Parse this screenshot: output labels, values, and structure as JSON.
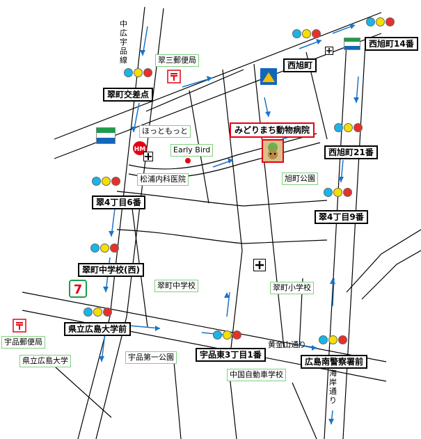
{
  "map": {
    "hospital": "みどりまち動物病院",
    "intersections": {
      "nishiasahi14": "西旭町14番",
      "nishiasahi": "西旭町",
      "midorimachi_kousaten": "翠町交差点",
      "nishiasahi21": "西旭町21番",
      "midori4_6": "翠4丁目6番",
      "midori4_9": "翠4丁目9番",
      "midorimachi_chu_nishi": "翠町中学校(西)",
      "kenritsu_dai_mae": "県立広島大学前",
      "ujinahigashi3_1": "宇品東3丁目1番",
      "hiroshima_minami_keisatsu": "広島南警察署前"
    },
    "places": {
      "midori3_post": "翠三郵便局",
      "hottomotto": "ほっともっと",
      "early_bird": "Early Bird",
      "matsuura_clinic": "松浦内科医院",
      "asahimachi_park": "旭町公園",
      "midorimachi_jhs": "翠町中学校",
      "midorimachi_es": "翠町小学校",
      "ujina_post": "宇品郵便局",
      "kenritsu_univ": "県立広島大学",
      "ujina_park1": "宇品第一公園",
      "chugoku_driving": "中国自動車学校"
    },
    "roads": {
      "ogonzan": "黄金山通り",
      "naka_ujina": "中広宇品線",
      "kaigan": "海岸通り"
    },
    "logos": {
      "family_mart": "FamilyMart",
      "seven_eleven": "7",
      "hm": "HM",
      "bank": "広島銀行"
    },
    "colors": {
      "road": "#000000",
      "arrow": "#1a73c8",
      "marker": "#e60012",
      "label_border": "#7fcf7f",
      "signal_blue": "#19b5e8",
      "signal_yellow": "#f4e000",
      "signal_red": "#e8302a"
    }
  }
}
